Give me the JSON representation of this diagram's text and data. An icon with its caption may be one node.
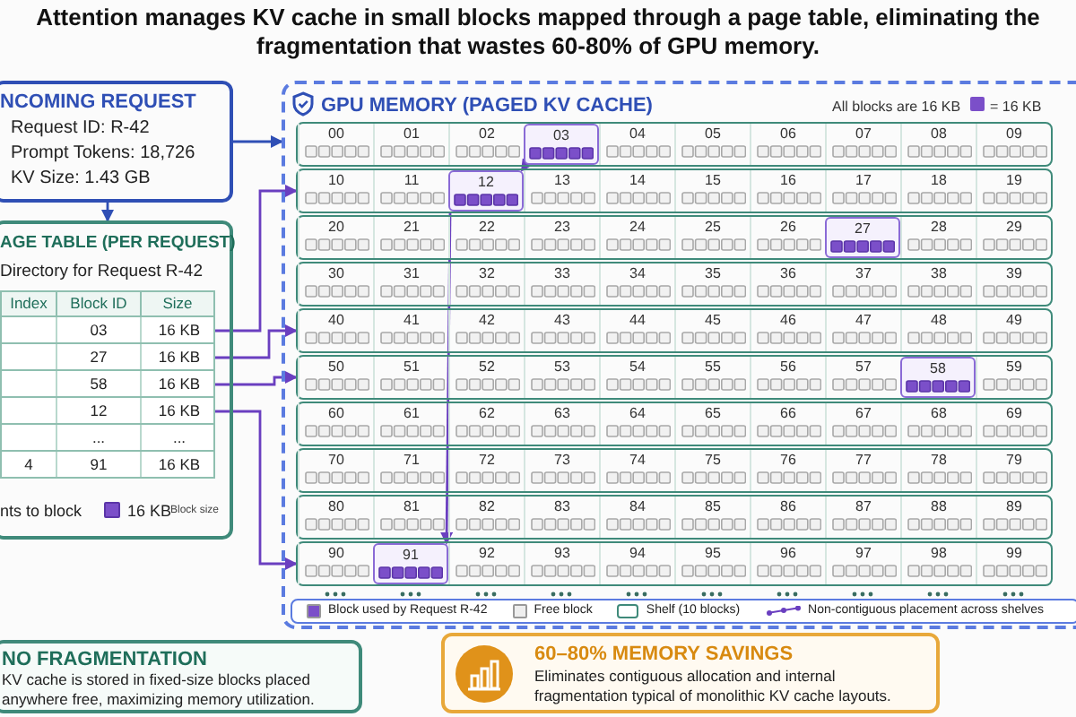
{
  "diagram": {
    "title": "Attention manages KV cache in small blocks mapped through a page table, eliminating the fragmentation that wastes 60-80% of GPU memory.",
    "nodes": [
      {
        "text": [
          "NCOMING REQUEST",
          "Request ID:  R-42",
          "Prompt Tokens: 18,726",
          "KV Size: 1.43 GB"
        ]
      },
      {
        "text": [
          "AGE TABLE (PER REQUEST)",
          "Directory for Request R-42",
          "nts to block"
        ]
      },
      {
        "text": [
          "03",
          "16 KB"
        ],
        "in": 1
      },
      {
        "text": [
          "27",
          "16 KB"
        ],
        "in": 1
      },
      {
        "text": [
          "58",
          "16 KB"
        ],
        "in": 1
      },
      {
        "text": [
          "12",
          "16 KB"
        ],
        "in": 1
      },
      {
        "text": [
          "...",
          "..."
        ],
        "in": 1
      },
      {
        "text": [
          "4",
          "91",
          "16 KB"
        ],
        "in": 1
      },
      {
        "text": [
          "GPU MEMORY (PAGED KV CACHE)"
        ]
      },
      {
        "text": [],
        "shape": "box",
        "in": 8
      },
      {
        "text": [
          "00"
        ],
        "in": 9
      },
      {
        "text": [
          "01"
        ],
        "in": 9
      },
      {
        "text": [
          "02"
        ],
        "in": 9
      },
      {
        "text": [
          "03"
        ],
        "in": 9
      },
      {
        "text": [
          "04"
        ],
        "in": 9
      },
      {
        "text": [
          "05"
        ],
        "in": 9
      },
      {
        "text": [
          "06"
        ],
        "in": 9
      },
      {
        "text": [
          "07"
        ],
        "in": 9
      },
      {
        "text": [
          "08"
        ],
        "in": 9
      },
      {
        "text": [
          "09"
        ],
        "in": 9
      },
      {
        "text": [],
        "shape": "box",
        "in": 8
      },
      {
        "text": [
          "10"
        ],
        "in": 20
      },
      {
        "text": [
          "11"
        ],
        "in": 20
      },
      {
        "text": [
          "12"
        ],
        "in": 20
      },
      {
        "text": [
          "13"
        ],
        "in": 20
      },
      {
        "text": [
          "14"
        ],
        "in": 20
      },
      {
        "text": [
          "15"
        ],
        "in": 20
      },
      {
        "text": [
          "16"
        ],
        "in": 20
      },
      {
        "text": [
          "17"
        ],
        "in": 20
      },
      {
        "text": [
          "18"
        ],
        "in": 20
      },
      {
        "text": [
          "19"
        ],
        "in": 20
      },
      {
        "text": [],
        "shape": "box",
        "in": 8
      },
      {
        "text": [
          "20"
        ],
        "in": 31
      },
      {
        "text": [
          "21"
        ],
        "in": 31
      },
      {
        "text": [
          "22"
        ],
        "in": 31
      },
      {
        "text": [
          "23"
        ],
        "in": 31
      },
      {
        "text": [
          "24"
        ],
        "in": 31
      },
      {
        "text": [
          "25"
        ],
        "in": 31
      },
      {
        "text": [
          "26"
        ],
        "in": 31
      },
      {
        "text": [
          "27"
        ],
        "in": 31
      },
      {
        "text": [
          "28"
        ],
        "in": 31
      },
      {
        "text": [
          "29"
        ],
        "in": 31
      },
      {
        "text": [],
        "shape": "box",
        "in": 8
      },
      {
        "text": [
          "30"
        ],
        "in": 42
      },
      {
        "text": [
          "31"
        ],
        "in": 42
      },
      {
        "text": [
          "32"
        ],
        "in": 42
      },
      {
        "text": [
          "33"
        ],
        "in": 42
      },
      {
        "text": [
          "34"
        ],
        "in": 42
      },
      {
        "text": [
          "35"
        ],
        "in": 42
      },
      {
        "text": [
          "36"
        ],
        "in": 42
      },
      {
        "text": [
          "37"
        ],
        "in": 42
      },
      {
        "text": [
          "38"
        ],
        "in": 42
      },
      {
        "text": [
          "39"
        ],
        "in": 42
      },
      {
        "text": [],
        "shape": "box",
        "in": 8
      },
      {
        "text": [
          "40"
        ],
        "in": 53
      },
      {
        "text": [
          "41"
        ],
        "in": 53
      },
      {
        "text": [
          "42"
        ],
        "in": 53
      },
      {
        "text": [
          "43"
        ],
        "in": 53
      },
      {
        "text": [
          "44"
        ],
        "in": 53
      },
      {
        "text": [
          "45"
        ],
        "in": 53
      },
      {
        "text": [
          "46"
        ],
        "in": 53
      },
      {
        "text": [
          "47"
        ],
        "in": 53
      },
      {
        "text": [
          "48"
        ],
        "in": 53
      },
      {
        "text": [
          "49"
        ],
        "in": 53
      },
      {
        "text": [],
        "shape": "box",
        "in": 8
      },
      {
        "text": [
          "50"
        ],
        "in": 64
      },
      {
        "text": [
          "51"
        ],
        "in": 64
      },
      {
        "text": [
          "52"
        ],
        "in": 64
      },
      {
        "text": [
          "53"
        ],
        "in": 64
      },
      {
        "text": [
          "54"
        ],
        "in": 64
      },
      {
        "text": [
          "55"
        ],
        "in": 64
      },
      {
        "text": [
          "56"
        ],
        "in": 64
      },
      {
        "text": [
          "57"
        ],
        "in": 64
      },
      {
        "text": [
          "58"
        ],
        "in": 64
      },
      {
        "text": [
          "59"
        ],
        "in": 64
      },
      {
        "text": [],
        "shape": "box",
        "in": 8
      },
      {
        "text": [
          "60"
        ],
        "in": 75
      },
      {
        "text": [
          "61"
        ],
        "in": 75
      },
      {
        "text": [
          "62"
        ],
        "in": 75
      },
      {
        "text": [
          "63"
        ],
        "in": 75
      },
      {
        "text": [
          "64"
        ],
        "in": 75
      },
      {
        "text": [
          "65"
        ],
        "in": 75
      },
      {
        "text": [
          "66"
        ],
        "in": 75
      },
      {
        "text": [
          "67"
        ],
        "in": 75
      },
      {
        "text": [
          "68"
        ],
        "in": 75
      },
      {
        "text": [
          "69"
        ],
        "in": 75
      },
      {
        "text": [],
        "shape": "box",
        "in": 8
      },
      {
        "text": [
          "70"
        ],
        "in": 86
      },
      {
        "text": [
          "71"
        ],
        "in": 86
      },
      {
        "text": [
          "72"
        ],
        "in": 86
      },
      {
        "text": [
          "73"
        ],
        "in": 86
      },
      {
        "text": [
          "74"
        ],
        "in": 86
      },
      {
        "text": [
          "75"
        ],
        "in": 86
      },
      {
        "text": [
          "76"
        ],
        "in": 86
      },
      {
        "text": [
          "77"
        ],
        "in": 86
      },
      {
        "text": [
          "78"
        ],
        "in": 86
      },
      {
        "text": [
          "79"
        ],
        "in": 86
      },
      {
        "text": [],
        "shape": "box",
        "in": 8
      },
      {
        "text": [
          "80"
        ],
        "in": 97
      },
      {
        "text": [
          "81"
        ],
        "in": 97
      },
      {
        "text": [
          "82"
        ],
        "in": 97
      },
      {
        "text": [
          "83"
        ],
        "in": 97
      },
      {
        "text": [
          "84"
        ],
        "in": 97
      },
      {
        "text": [
          "85"
        ],
        "in": 97
      },
      {
        "text": [
          "86"
        ],
        "in": 97
      },
      {
        "text": [
          "87"
        ],
        "in": 97
      },
      {
        "text": [
          "88"
        ],
        "in": 97
      },
      {
        "text": [
          "89"
        ],
        "in": 97
      },
      {
        "text": [],
        "shape": "box",
        "in": 8
      },
      {
        "text": [
          "90"
        ],
        "in": 108
      },
      {
        "text": [
          "91"
        ],
        "in": 108
      },
      {
        "text": [
          "92"
        ],
        "in": 108
      },
      {
        "text": [
          "93"
        ],
        "in": 108
      },
      {
        "text": [
          "94"
        ],
        "in": 108
      },
      {
        "text": [
          "95"
        ],
        "in": 108
      },
      {
        "text": [
          "96"
        ],
        "in": 108
      },
      {
        "text": [
          "97"
        ],
        "in": 108
      },
      {
        "text": [
          "98"
        ],
        "in": 108
      },
      {
        "text": [
          "99"
        ],
        "in": 108
      },
      {
        "text": [
          "NO FRAGMENTATION",
          "KV cache is stored in fixed-size blocks placed anywhere free, maximizing memory utilization."
        ]
      },
      {
        "text": [
          "60–80% MEMORY SAVINGS",
          "Eliminates contiguous allocation and internal fragmentation typical of monolithic KV cache layouts."
        ]
      }
    ],
    "edges": [
      {
        "from": 0,
        "to": 8,
        "arrow": "to",
        "color": "#2f4fb5"
      },
      {
        "from": 0,
        "to": 1,
        "arrow": "to",
        "color": "#2f4fb5"
      },
      {
        "from": 2,
        "to": 20,
        "arrow": "to"
      },
      {
        "from": 3,
        "to": 53,
        "arrow": "to"
      },
      {
        "from": 4,
        "to": 64,
        "arrow": "to"
      },
      {
        "from": 5,
        "to": 108,
        "arrow": "to"
      },
      {
        "from": 13,
        "to": 23,
        "arrow": "to"
      },
      {
        "from": 23,
        "to": 110,
        "arrow": "to"
      }
    ],
    "labels": [
      "All blocks are 16 KB",
      "= 16 KB",
      "Index",
      "Block ID",
      "Size",
      "16 KB",
      "Block size"
    ],
    "legend": [
      {
        "text": "Block used by Request R-42",
        "color": "#7b4fc9"
      },
      {
        "text": "Free block",
        "color": "#eeeeee"
      },
      {
        "text": "Shelf (10 blocks)"
      },
      {
        "text": "Non-contiguous placement across shelves"
      }
    ]
  }
}
